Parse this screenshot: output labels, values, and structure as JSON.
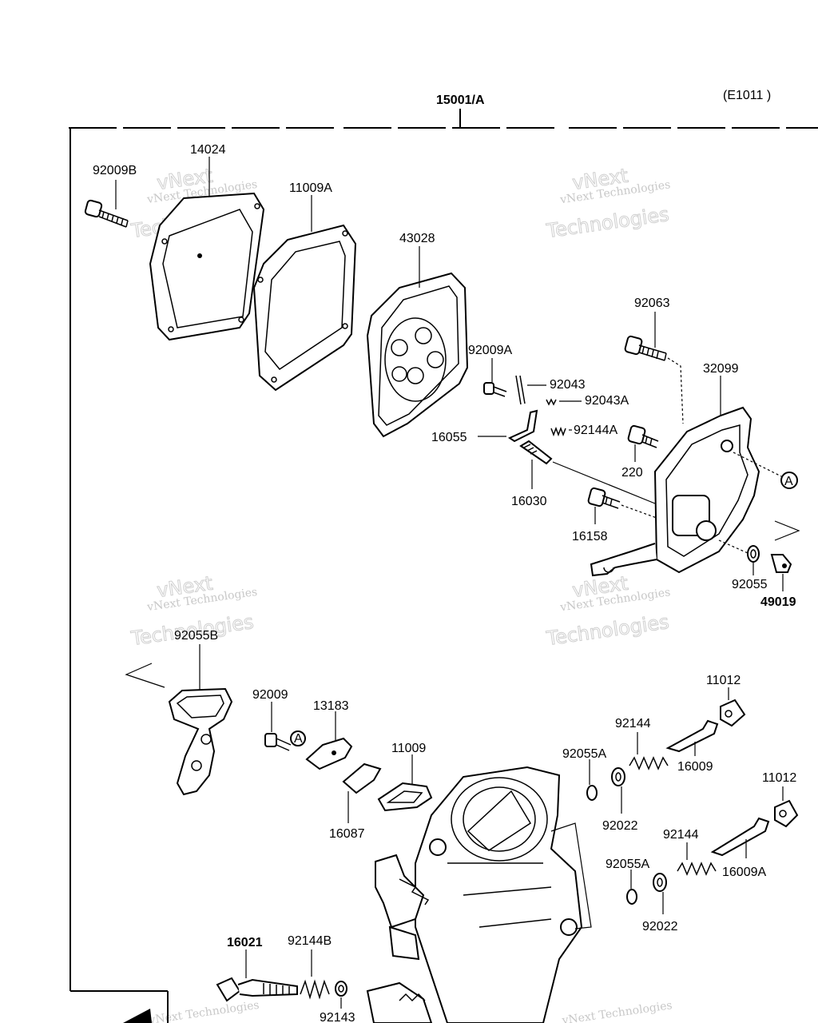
{
  "header": {
    "assembly": "15001/A",
    "code": "(E1011 )"
  },
  "watermark": {
    "line1": "vNext Technologies",
    "line2": "vNext",
    "line3": "Technologies"
  },
  "labels": {
    "p14024": "14024",
    "p92009B": "92009B",
    "p11009A": "11009A",
    "p43028": "43028",
    "p92063": "92063",
    "p92009A": "92009A",
    "p92043": "92043",
    "p92043A": "92043A",
    "p32099": "32099",
    "p16055": "16055",
    "p92144A": "92144A",
    "p220": "220",
    "pA1": "A",
    "p16030": "16030",
    "p16158": "16158",
    "p92055": "92055",
    "p49019": "49019",
    "p92055B": "92055B",
    "p92009": "92009",
    "p13183": "13183",
    "pA2": "A",
    "p11009": "11009",
    "p16087": "16087",
    "p11012a": "11012",
    "p92144a": "92144",
    "p16009": "16009",
    "p92055A1": "92055A",
    "p92022a": "92022",
    "p11012b": "11012",
    "p92144b": "92144",
    "p16009A": "16009A",
    "p92055A2": "92055A",
    "p92022b": "92022",
    "p16021": "16021",
    "p92144B": "92144B",
    "p92143": "92143"
  }
}
